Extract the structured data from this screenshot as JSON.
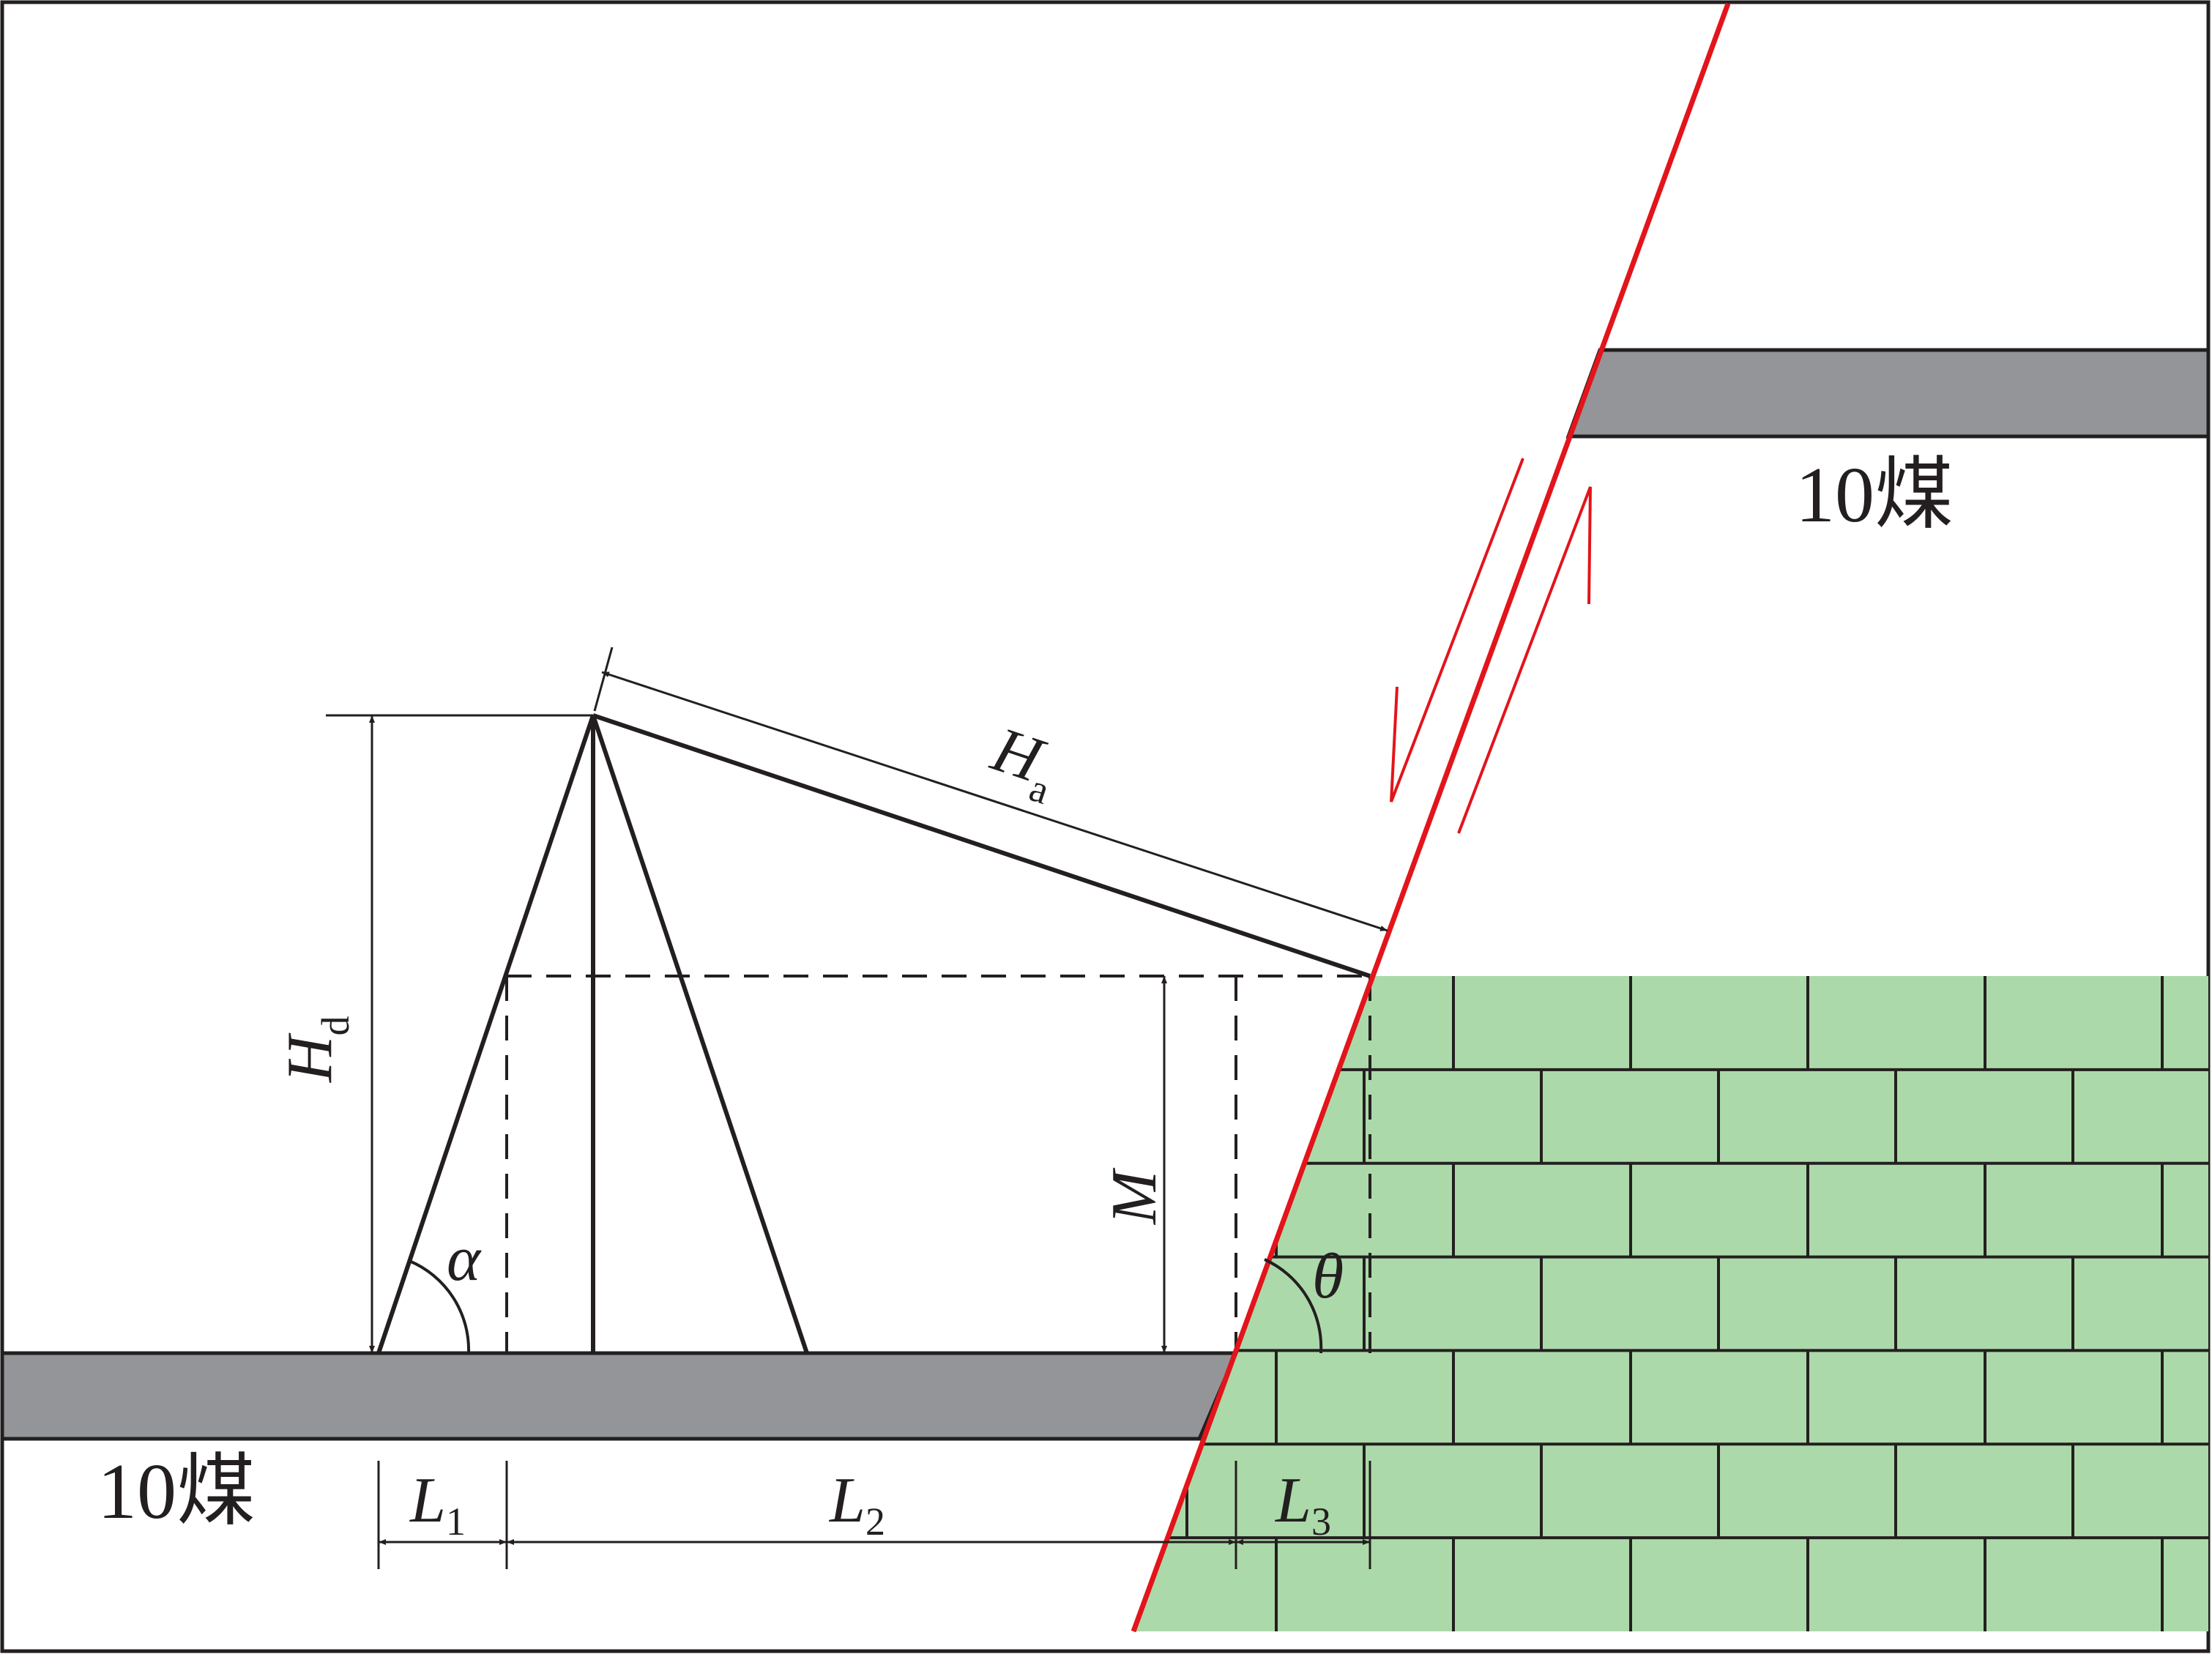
{
  "labels": {
    "coal_seam_upper": "10煤",
    "coal_seam_lower": "10煤",
    "H": "H",
    "sub_a": "a",
    "sub_d": "d",
    "M": "M",
    "alpha": "α",
    "theta": "θ",
    "L": "L",
    "sub_1": "1",
    "sub_2": "2",
    "sub_3": "3"
  },
  "colors": {
    "line": "#231f20",
    "fault": "#e3141b",
    "coal_seam": "#939598",
    "rock": "#acd9a9",
    "background": "#ffffff"
  }
}
